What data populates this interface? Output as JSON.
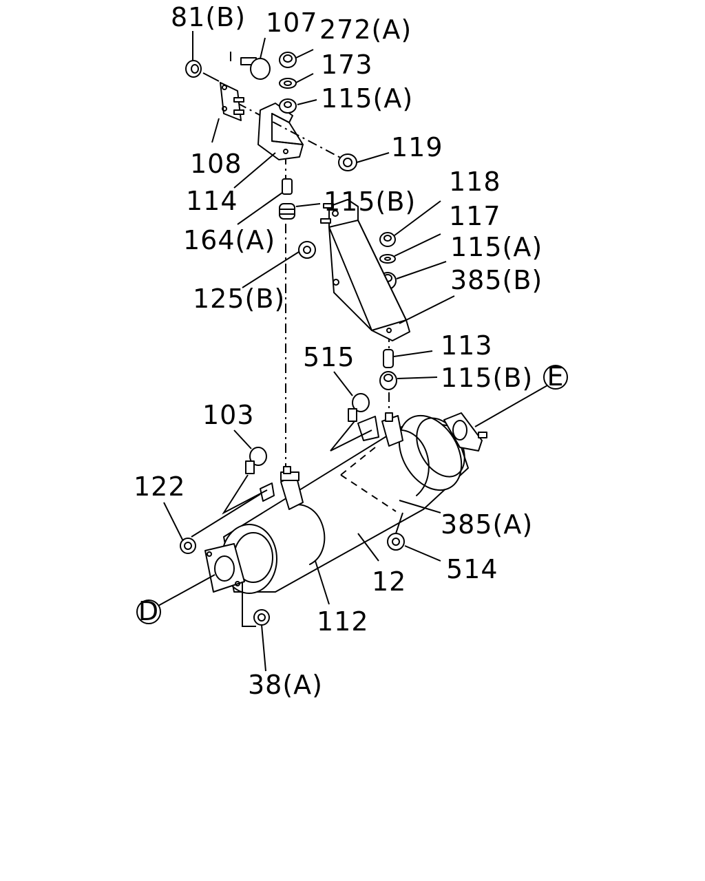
{
  "labels": {
    "p81b": "81(B)",
    "p107": "107",
    "p272a": "272(A)",
    "p173": "173",
    "p115a_top": "115(A)",
    "p108": "108",
    "p119": "119",
    "p114": "114",
    "p164a": "164(A)",
    "p115b_top": "115(B)",
    "p118": "118",
    "p117": "117",
    "p115a_right": "115(A)",
    "p385b": "385(B)",
    "p125b": "125(B)",
    "p113": "113",
    "p115b_right": "115(B)",
    "p515": "515",
    "p103": "103",
    "p122": "122",
    "p385a": "385(A)",
    "p514": "514",
    "p12": "12",
    "p112": "112",
    "p38a": "38(A)"
  },
  "callouts": {
    "d": "D",
    "e": "E"
  }
}
